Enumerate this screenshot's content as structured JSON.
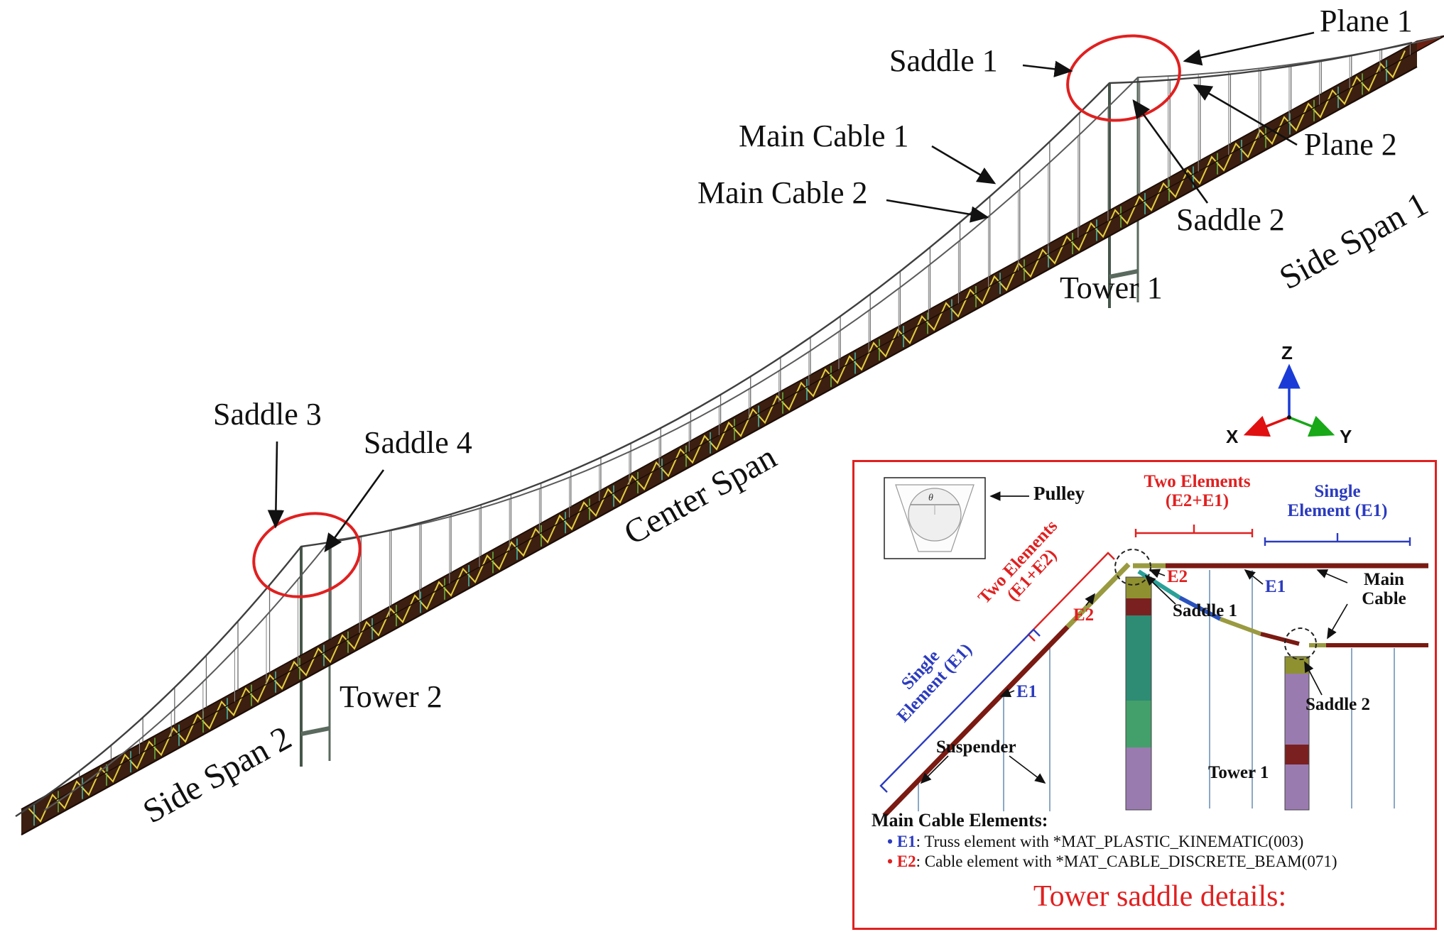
{
  "figure": {
    "labels": {
      "plane1": "Plane 1",
      "saddle1": "Saddle 1",
      "main_cable1": "Main Cable 1",
      "main_cable2": "Main Cable 2",
      "plane2": "Plane 2",
      "saddle2": "Saddle 2",
      "tower1": "Tower 1",
      "side_span1": "Side Span 1",
      "saddle3": "Saddle 3",
      "saddle4": "Saddle 4",
      "center_span": "Center Span",
      "tower2": "Tower 2",
      "side_span2": "Side Span 2"
    },
    "axis_triad": {
      "x": "X",
      "y": "Y",
      "z": "Z"
    }
  },
  "inset": {
    "pulley_label": "Pulley",
    "theta_symbol": "θ",
    "two_elements_top": {
      "line1": "Two Elements",
      "line2": "(E2+E1)"
    },
    "single_element_top": {
      "line1": "Single",
      "line2": "Element (E1)"
    },
    "two_elements_diagonal": {
      "line1": "Two Elements",
      "line2": "(E1+E2)"
    },
    "single_element_diagonal": {
      "line1": "Single",
      "line2": "Element (E1)"
    },
    "e2_diagonal": "E2",
    "e2_saddle": "E2",
    "e1_cable": "E1",
    "e1_diagonal": "E1",
    "saddle1": "Saddle 1",
    "saddle2": "Saddle 2",
    "main_cable": {
      "line1": "Main",
      "line2": "Cable"
    },
    "suspender": "Suspender",
    "tower1": "Tower 1",
    "legend": {
      "title": "Main Cable Elements:",
      "items": [
        {
          "bullet": "•",
          "key": "E1",
          "desc": ": Truss element with *MAT_PLASTIC_KINEMATIC(003)"
        },
        {
          "bullet": "•",
          "key": "E2",
          "desc": ": Cable element with *MAT_CABLE_DISCRETE_BEAM(071)"
        }
      ]
    },
    "title": "Tower saddle details:"
  },
  "colors": {
    "annotation_red": "#e02020",
    "annotation_blue": "#2b3bbf",
    "cable_red": "#7a1a12",
    "deck_top_red": "#6b2012",
    "truss_yellow": "#e3cf3f",
    "post_cyan": "#49c7b8",
    "axis_x": "#e01010",
    "axis_y": "#18a818",
    "axis_z": "#1a3bd6"
  }
}
